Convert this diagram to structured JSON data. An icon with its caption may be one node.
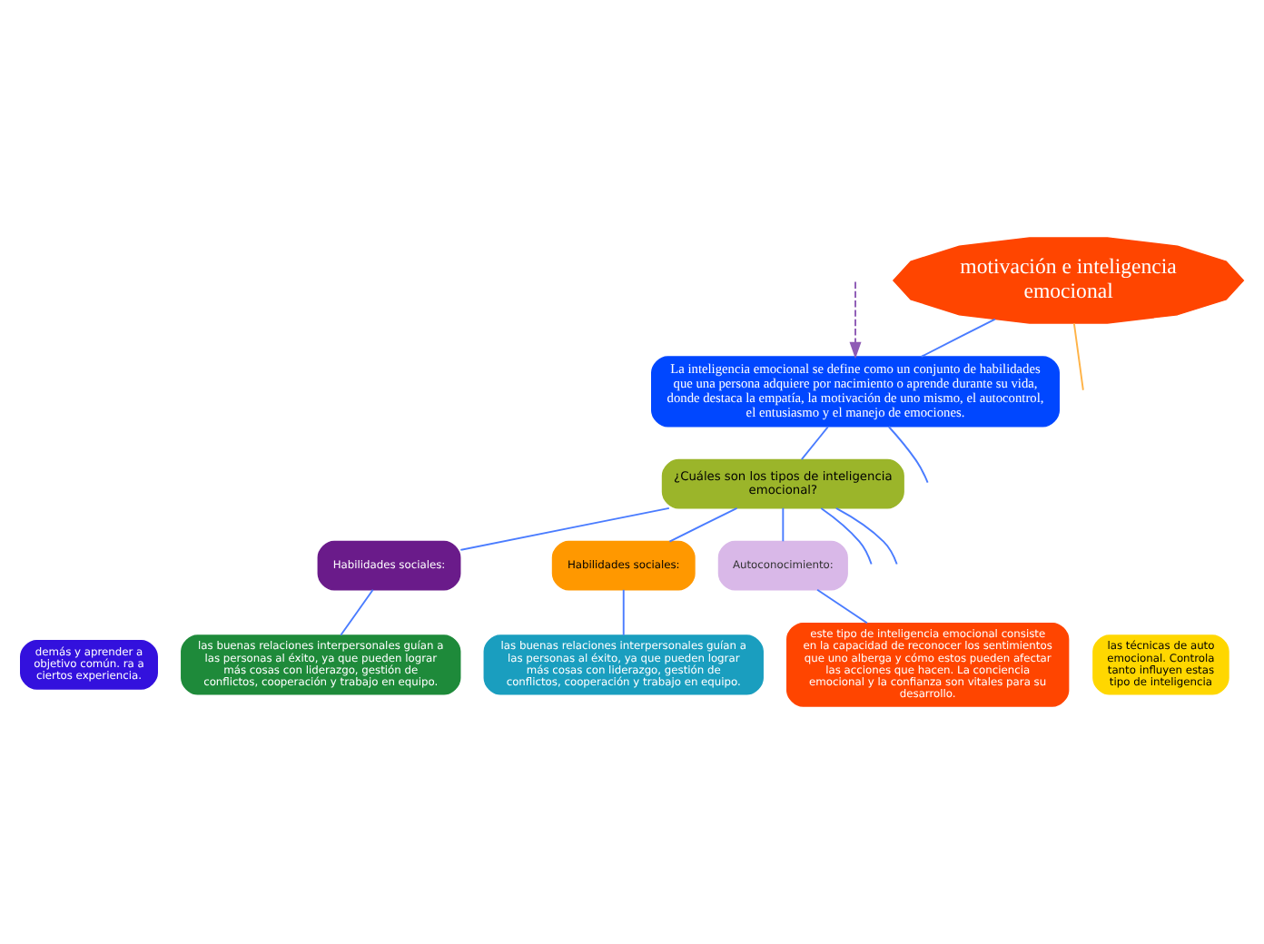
{
  "diagram": {
    "nodes": [
      {
        "text": [
          "motivación e inteligencia emocional"
        ]
      },
      {
        "text": [
          "La inteligencia emocional se define como un conjunto de habilidades que una persona adquiere por nacimiento o aprende durante su vida, donde destaca la empatía, la motivación de uno mismo, el autocontrol, el entusiasmo y el manejo de emociones."
        ]
      },
      {
        "text": [
          "¿Cuáles son los tipos de inteligencia emocional?"
        ]
      },
      {
        "text": [
          "Habilidades sociales:"
        ]
      },
      {
        "text": [
          "Habilidades sociales:"
        ]
      },
      {
        "text": [
          "Autoconocimiento:"
        ]
      },
      {
        "text": [
          "demás y aprender a objetivo común. ra a ciertos experiencia."
        ]
      },
      {
        "text": [
          "las buenas relaciones interpersonales guían a las personas al éxito, ya que pueden lograr más cosas con liderazgo, gestión de conflictos, cooperación y trabajo en equipo."
        ]
      },
      {
        "text": [
          "las buenas relaciones interpersonales guían a las personas al éxito, ya que pueden lograr más cosas con liderazgo, gestión de conflictos, cooperación y trabajo en equipo."
        ]
      },
      {
        "text": [
          "este tipo de inteligencia emocional consiste en la capacidad de reconocer los sentimientos que uno alberga y cómo estos pueden afectar las acciones que hacen. La conciencia emocional y la confianza son vitales para su desarrollo."
        ]
      },
      {
        "text": [
          "las técnicas de auto emocional. Controla tanto influyen estas tipo de inteligencia"
        ]
      }
    ],
    "edges": [
      {
        "from": 0,
        "to": 1,
        "arrow": "none"
      },
      {
        "from": 0,
        "to": null,
        "arrow": "none",
        "color": "#ffb347"
      },
      {
        "from": 1,
        "to": null,
        "arrow": "none"
      },
      {
        "from": null,
        "to": 1,
        "arrow": "to",
        "style": "dashed",
        "color": "#8e5bb5"
      },
      {
        "from": 1,
        "to": 2,
        "arrow": "none"
      },
      {
        "from": 2,
        "to": null,
        "arrow": "none"
      },
      {
        "from": 2,
        "to": 3,
        "arrow": "none"
      },
      {
        "from": 2,
        "to": 4,
        "arrow": "none"
      },
      {
        "from": 2,
        "to": 5,
        "arrow": "none"
      },
      {
        "from": 2,
        "to": null,
        "arrow": "none"
      },
      {
        "from": 3,
        "to": 7,
        "arrow": "none"
      },
      {
        "from": 4,
        "to": 8,
        "arrow": "none"
      },
      {
        "from": 5,
        "to": 9,
        "arrow": "none"
      }
    ]
  }
}
